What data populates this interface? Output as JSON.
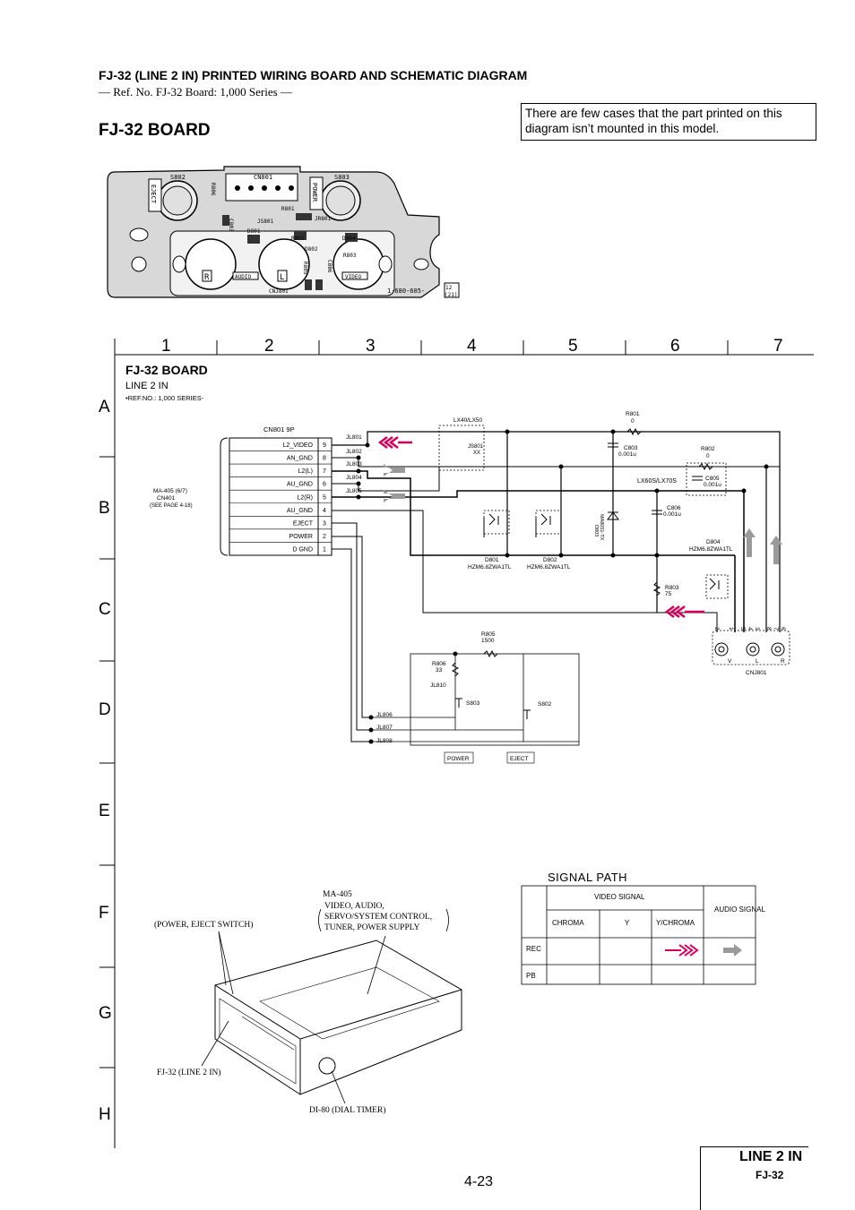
{
  "header": {
    "title": "FJ-32 (LINE 2 IN) PRINTED WIRING BOARD AND SCHEMATIC DIAGRAM",
    "ref": "— Ref. No. FJ-32 Board: 1,000 Series —",
    "board_title": "FJ-32 BOARD",
    "note": "There are few cases that the part printed on this diagram isn’t mounted in this model."
  },
  "pcb": {
    "labels": [
      "S802",
      "CN801",
      "S803",
      "EJECT",
      "POWER",
      "R806",
      "JR801",
      "JS801",
      "C803",
      "R801",
      "D801",
      "R802",
      "D804",
      "D802",
      "R803",
      "C806",
      "R805",
      "AUDIO",
      "VIDEO",
      "CNJ801",
      "R",
      "L"
    ],
    "part_no": "1-680-605-",
    "rev_top": "12",
    "rev_bot": "(21)"
  },
  "grid": {
    "columns": [
      "1",
      "2",
      "3",
      "4",
      "5",
      "6",
      "7"
    ],
    "rows": [
      "A",
      "B",
      "C",
      "D",
      "E",
      "F",
      "G",
      "H"
    ]
  },
  "schematic": {
    "title": "FJ-32 BOARD",
    "subtitle": "LINE 2 IN",
    "series": "•REF.NO.: 1,000 SERIES-",
    "connector": "CN801  9P",
    "connector_ref": [
      "MA-405 (6/7)",
      "CN401",
      "(SEE PAGE 4-18)"
    ],
    "pins": [
      {
        "name": "L2_VIDEO",
        "num": "9"
      },
      {
        "name": "AN_GND",
        "num": "8"
      },
      {
        "name": "L2(L)",
        "num": "7"
      },
      {
        "name": "AU_GND",
        "num": "6"
      },
      {
        "name": "L2(R)",
        "num": "5"
      },
      {
        "name": "AU_GND",
        "num": "4"
      },
      {
        "name": "EJECT",
        "num": "3"
      },
      {
        "name": "POWER",
        "num": "2"
      },
      {
        "name": "D GND",
        "num": "1"
      }
    ],
    "jumpers": [
      "JL801",
      "JL802",
      "JL803",
      "JL804",
      "JL805",
      "JL806",
      "JL807",
      "JL808",
      "JL810"
    ],
    "parts": {
      "lx": "LX40/LX50",
      "js801": "JS801",
      "js801_val": "XX",
      "r801": "R801",
      "r801_val": "0",
      "c803": "C803",
      "c803_val": "0.001u",
      "r802": "R802",
      "r802_val": "0",
      "lx60": "LX60S/LX70S",
      "c805": "C805",
      "c805_val": "0.001u",
      "c806": "C806",
      "c806_val": "0.001u",
      "d803": "D803",
      "d803_val": "MA8051-TX",
      "d804": "D804",
      "d804_val": "HZM6.8ZWA1TL",
      "d801": "D801",
      "d801_val": "HZM6.8ZWA1TL",
      "d802": "D802",
      "d802_val": "HZM6.8ZWA1TL",
      "r803": "R803",
      "r803_val": "75",
      "r805": "R805",
      "r805_val": "1500",
      "r806": "R806",
      "r806_val": "33",
      "s803": "S803",
      "s802": "S802",
      "power": "POWER",
      "eject": "EJECT",
      "cnj801": "CNJ801",
      "jack_pins": [
        "2",
        "1",
        "5",
        "4",
        "3",
        "8",
        "7",
        "6"
      ],
      "jack_labels": [
        "V",
        "L",
        "R"
      ]
    }
  },
  "signal_path": {
    "title": "SIGNAL PATH",
    "video_signal": "VIDEO SIGNAL",
    "audio_signal": "AUDIO SIGNAL",
    "cols": [
      "CHROMA",
      "Y",
      "Y/CHROMA"
    ],
    "rows": [
      "REC",
      "PB"
    ],
    "colors": {
      "video": "#d6005a",
      "audio": "#9a9a9a"
    }
  },
  "illustration": {
    "ma405": "MA-405",
    "ma405_desc": [
      "VIDEO, AUDIO,",
      "SERVO/SYSTEM CONTROL,",
      "TUNER, POWER SUPPLY"
    ],
    "power_eject": "(POWER, EJECT SWITCH)",
    "fj32": "FJ-32 (LINE 2 IN)",
    "di80": "DI-80 (DIAL TIMER)"
  },
  "footer": {
    "page": "4-23",
    "title": "LINE 2 IN",
    "subtitle": "FJ-32"
  }
}
